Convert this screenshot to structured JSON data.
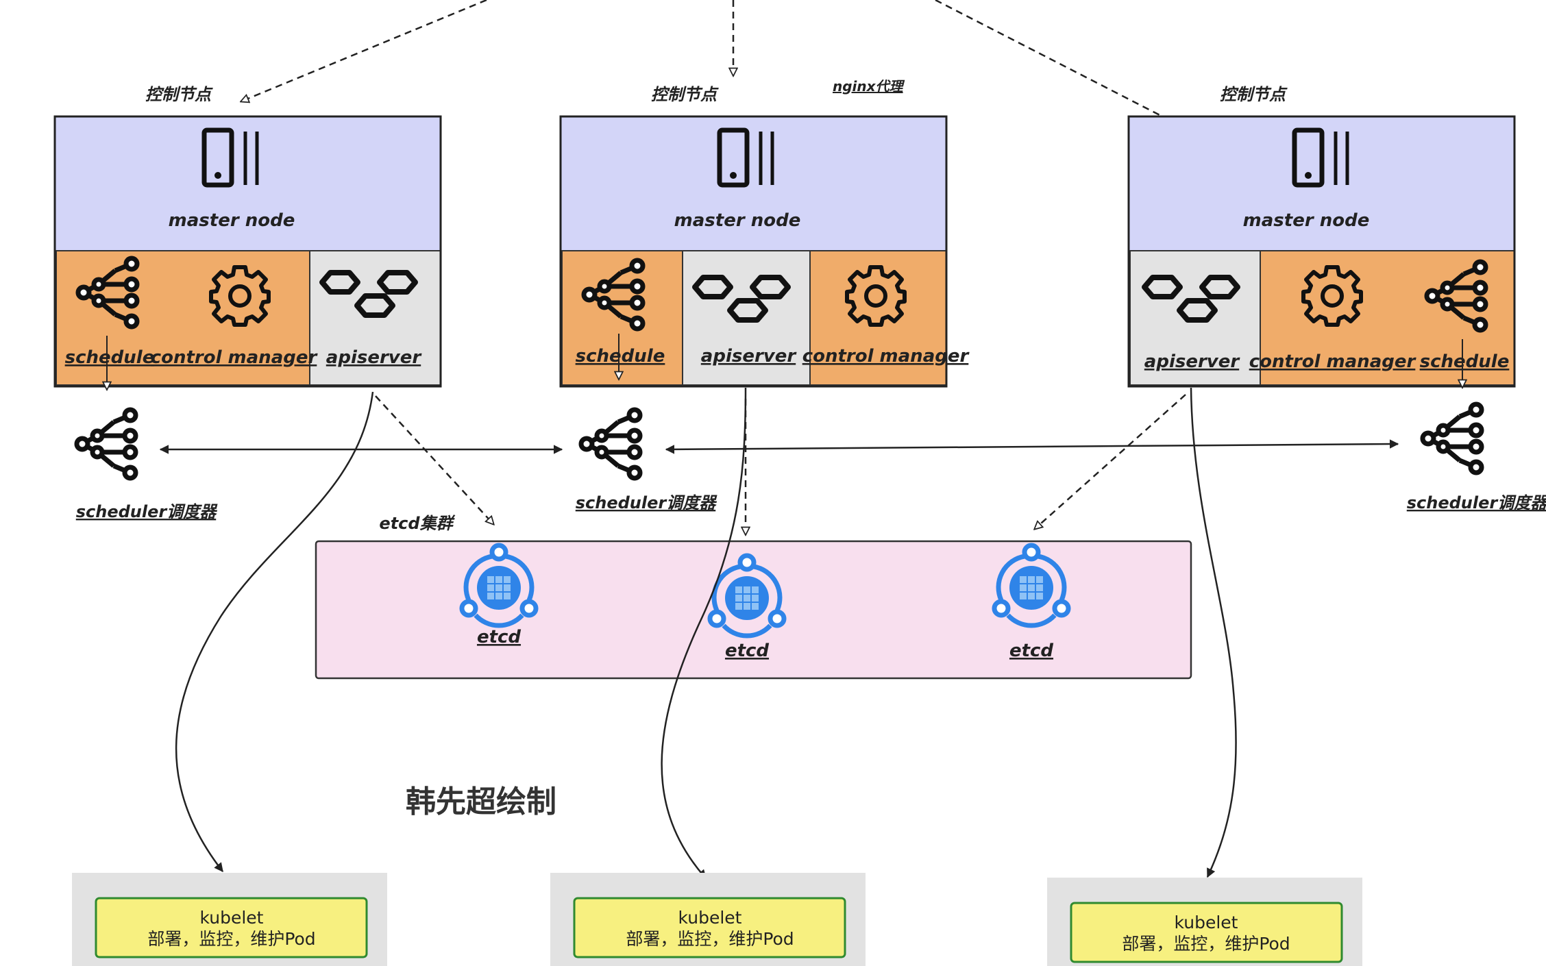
{
  "colors": {
    "master_header": "#d3d5f8",
    "orange": "#f0ac6a",
    "grey": "#e3e3e3",
    "etcd_bg": "#f8dfee",
    "kubelet_bg": "#f7f080",
    "kubelet_border": "#2f8a2f",
    "worker_bg": "#e2e2e2",
    "etcd_blue": "#2f84e8"
  },
  "watermark": "韩先超绘制",
  "proxy_label": "nginx代理",
  "etcd_cluster_label": "etcd集群",
  "masters": [
    {
      "caption": "控制节点",
      "node_label": "master node",
      "components": [
        {
          "kind": "schedule",
          "label": "schedule"
        },
        {
          "kind": "control",
          "label": "control manager"
        },
        {
          "kind": "apiserver",
          "label": "apiserver"
        }
      ],
      "scheduler_label": "scheduler调度器"
    },
    {
      "caption": "控制节点",
      "node_label": "master node",
      "components": [
        {
          "kind": "schedule",
          "label": "schedule"
        },
        {
          "kind": "apiserver",
          "label": "apiserver"
        },
        {
          "kind": "control",
          "label": "control manager"
        }
      ],
      "scheduler_label": "scheduler调度器"
    },
    {
      "caption": "控制节点",
      "node_label": "master node",
      "components": [
        {
          "kind": "apiserver",
          "label": "apiserver"
        },
        {
          "kind": "control",
          "label": "control manager"
        },
        {
          "kind": "schedule",
          "label": "schedule"
        }
      ],
      "scheduler_label": "scheduler调度器"
    }
  ],
  "etcd_nodes": [
    {
      "label": "etcd"
    },
    {
      "label": "etcd"
    },
    {
      "label": "etcd"
    }
  ],
  "workers": [
    {
      "title": "kubelet",
      "desc": "部署，监控，维护Pod"
    },
    {
      "title": "kubelet",
      "desc": "部署，监控，维护Pod"
    },
    {
      "title": "kubelet",
      "desc": "部署，监控，维护Pod"
    }
  ]
}
